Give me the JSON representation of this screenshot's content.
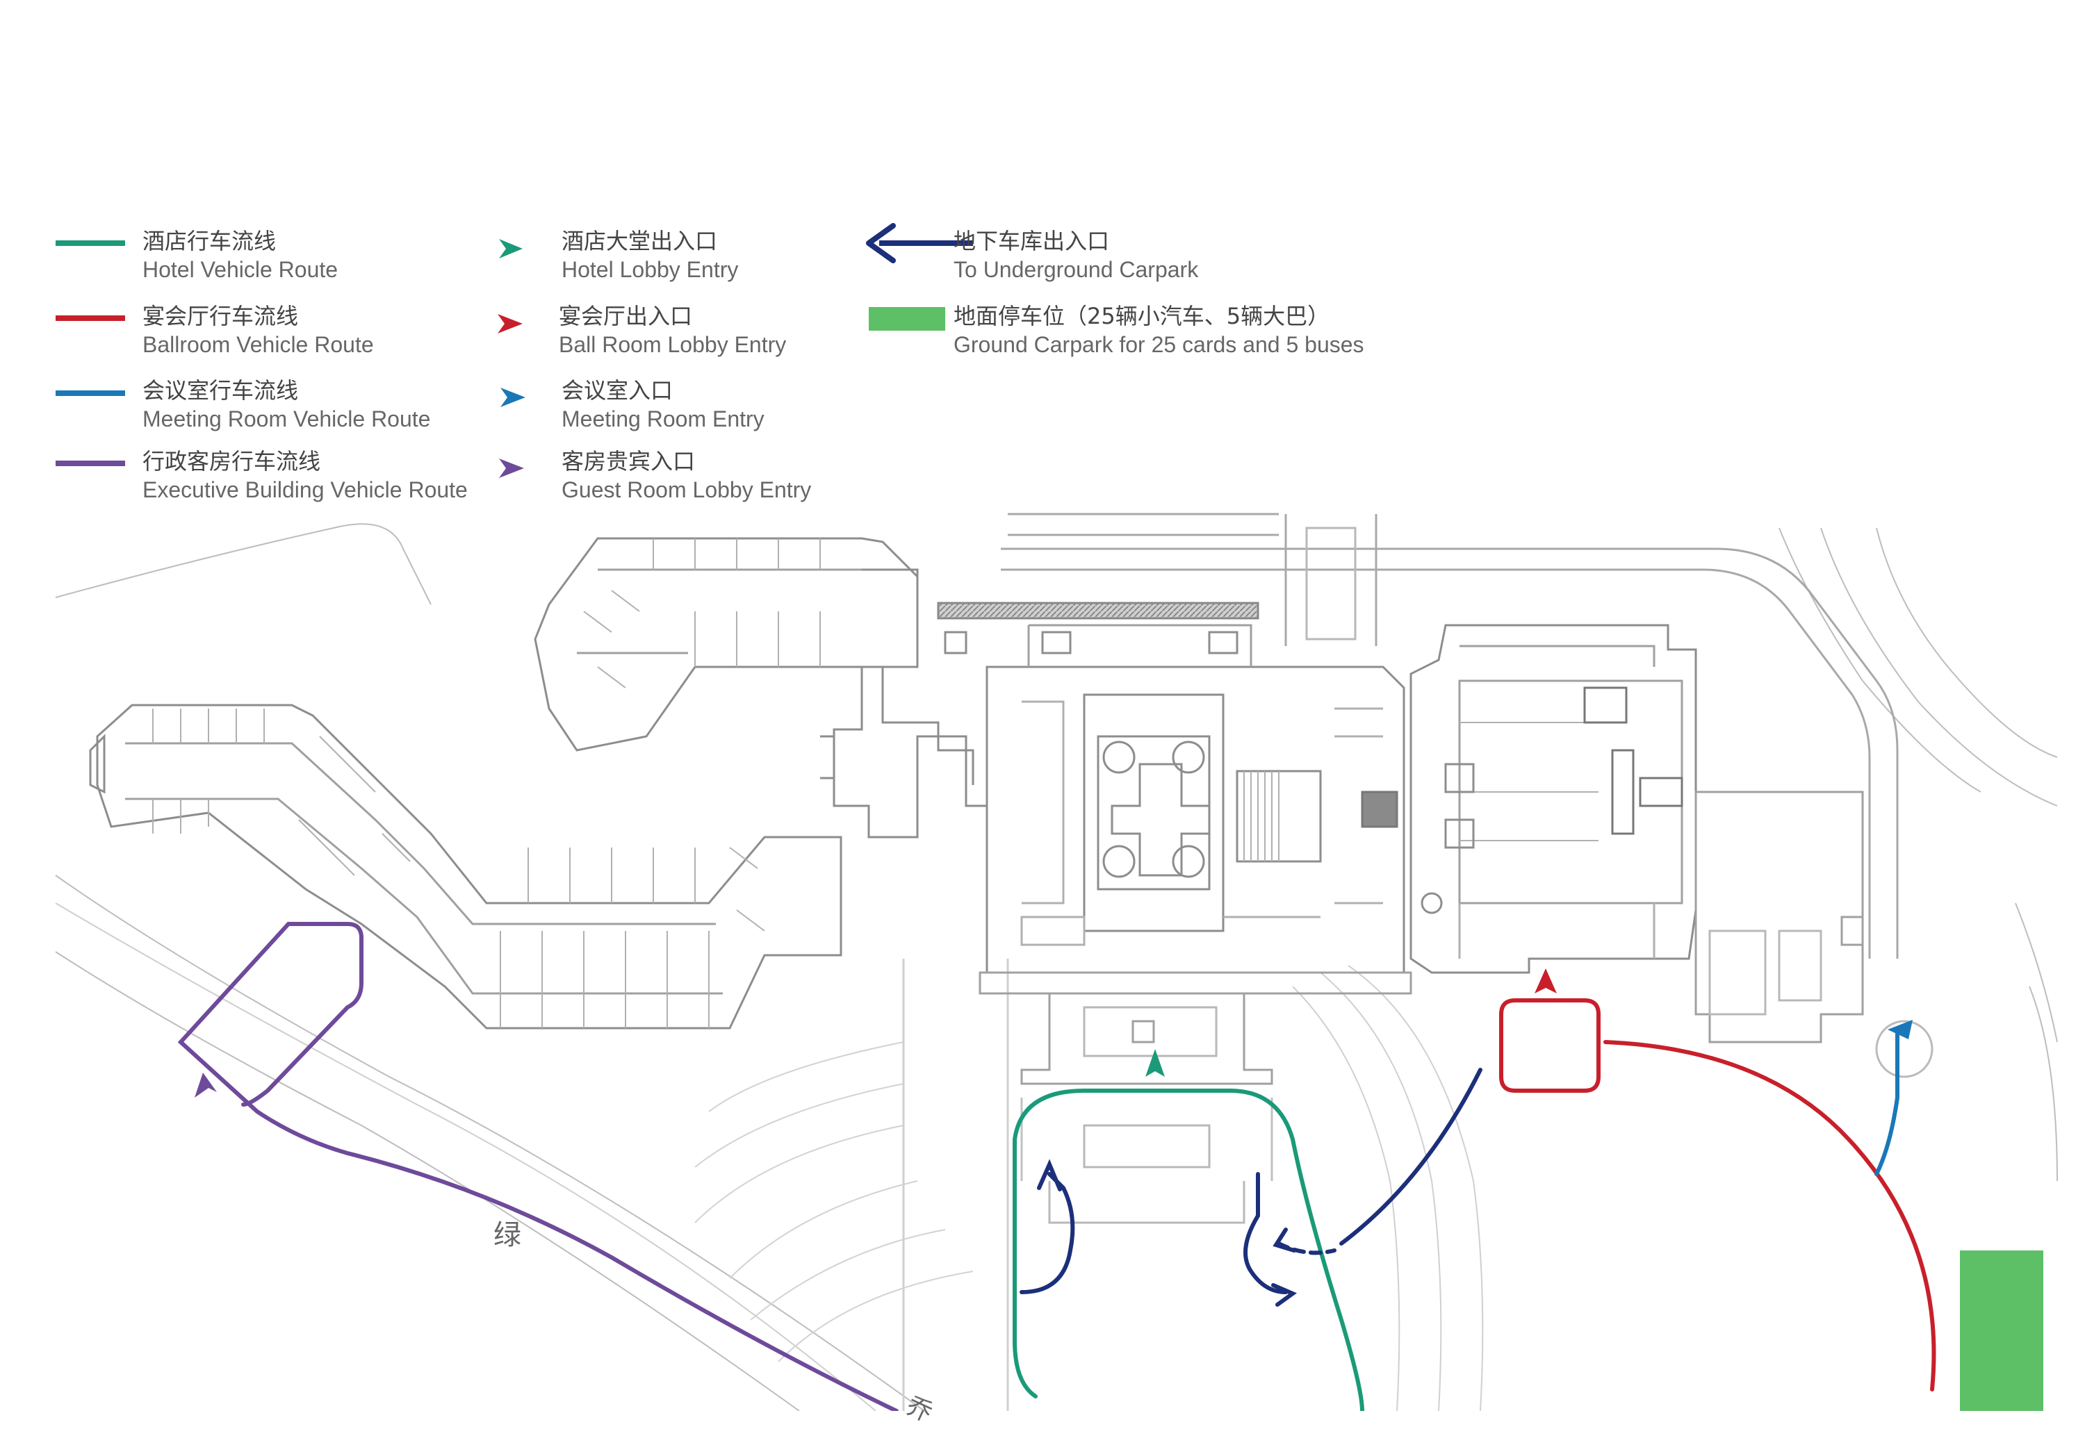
{
  "legend": {
    "routes": [
      {
        "cn": "酒店行车流线",
        "en": "Hotel Vehicle Route",
        "color": "#1a9a78"
      },
      {
        "cn": "宴会厅行车流线",
        "en": "Ballroom Vehicle Route",
        "color": "#c8202b"
      },
      {
        "cn": "会议室行车流线",
        "en": "Meeting Room Vehicle Route",
        "color": "#1a78b8"
      },
      {
        "cn": "行政客房行车流线",
        "en": "Executive Building Vehicle Route",
        "color": "#6e4a9a"
      }
    ],
    "entries": [
      {
        "cn": "酒店大堂出入口",
        "en": "Hotel Lobby Entry",
        "color": "#1a9a78"
      },
      {
        "cn": "宴会厅出入口",
        "en": "Ball Room Lobby Entry",
        "color": "#c8202b"
      },
      {
        "cn": "会议室入口",
        "en": "Meeting Room Entry",
        "color": "#1a78b8"
      },
      {
        "cn": "客房贵宾入口",
        "en": "Guest Room Lobby Entry",
        "color": "#6e4a9a"
      }
    ],
    "others": [
      {
        "cn": "地下车库出入口",
        "en": "To Underground Carpark",
        "color": "#1c2f7a",
        "icon": "arrow-left-icon"
      },
      {
        "cn": "地面停车位（25辆小汽车、5辆大巴）",
        "en": "Ground Carpark for 25 cards and 5 buses",
        "color": "#5dbf66",
        "icon": "green-swatch-icon"
      }
    ]
  },
  "map": {
    "labels": {
      "green_char": "绿",
      "edge_char": "乔"
    },
    "colors": {
      "plan_line": "#9a9a9a",
      "plan_light": "#c8c8c8",
      "hatch": "#8a8a8a"
    }
  }
}
